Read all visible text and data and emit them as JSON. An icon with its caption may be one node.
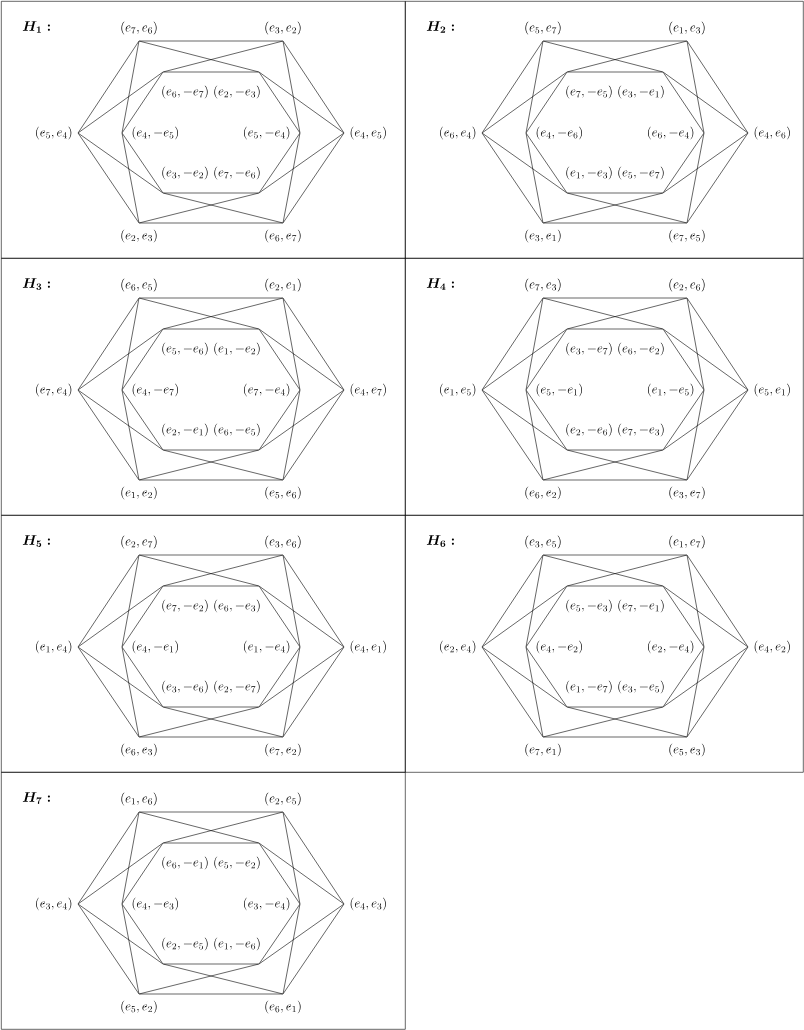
{
  "diagram": {
    "nodes": [
      {
        "text": [
          "H_1:"
        ]
      },
      {
        "text": [
          "(e_7, e_6)"
        ],
        "in": 0
      },
      {
        "text": [
          "(e_3, e_2)"
        ],
        "in": 0
      },
      {
        "text": [
          "(e_6, -e_7)"
        ],
        "in": 0
      },
      {
        "text": [
          "(e_2, -e_3)"
        ],
        "in": 0
      },
      {
        "text": [
          "(e_5, e_4)"
        ],
        "in": 0
      },
      {
        "text": [
          "(e_4, -e_5)"
        ],
        "in": 0
      },
      {
        "text": [
          "(e_5, -e_4)"
        ],
        "in": 0
      },
      {
        "text": [
          "(e_4, e_5)"
        ],
        "in": 0
      },
      {
        "text": [
          "(e_3, -e_2)"
        ],
        "in": 0
      },
      {
        "text": [
          "(e_7, -e_6)"
        ],
        "in": 0
      },
      {
        "text": [
          "(e_2, e_3)"
        ],
        "in": 0
      },
      {
        "text": [
          "(e_6, e_7)"
        ],
        "in": 0
      },
      {
        "text": [
          "H_2:"
        ]
      },
      {
        "text": [
          "(e_5, e_7)"
        ],
        "in": 13
      },
      {
        "text": [
          "(e_1, e_3)"
        ],
        "in": 13
      },
      {
        "text": [
          "(e_7, -e_5)"
        ],
        "in": 13
      },
      {
        "text": [
          "(e_3, -e_1)"
        ],
        "in": 13
      },
      {
        "text": [
          "(e_6, e_4)"
        ],
        "in": 13
      },
      {
        "text": [
          "(e_4, -e_6)"
        ],
        "in": 13
      },
      {
        "text": [
          "(e_6, -e_4)"
        ],
        "in": 13
      },
      {
        "text": [
          "(e_4, e_6)"
        ],
        "in": 13
      },
      {
        "text": [
          "(e_1, -e_3)"
        ],
        "in": 13
      },
      {
        "text": [
          "(e_5, -e_7)"
        ],
        "in": 13
      },
      {
        "text": [
          "(e_3, e_1)"
        ],
        "in": 13
      },
      {
        "text": [
          "(e_7, e_5)"
        ],
        "in": 13
      },
      {
        "text": [
          "H_3:"
        ]
      },
      {
        "text": [
          "(e_6, e_5)"
        ],
        "in": 26
      },
      {
        "text": [
          "(e_2, e_1)"
        ],
        "in": 26
      },
      {
        "text": [
          "(e_5, -e_6)"
        ],
        "in": 26
      },
      {
        "text": [
          "(e_1, -e_2)"
        ],
        "in": 26
      },
      {
        "text": [
          "(e_7, e_4)"
        ],
        "in": 26
      },
      {
        "text": [
          "(e_4, -e_7)"
        ],
        "in": 26
      },
      {
        "text": [
          "(e_7, -e_4)"
        ],
        "in": 26
      },
      {
        "text": [
          "(e_4, e_7)"
        ],
        "in": 26
      },
      {
        "text": [
          "(e_2, -e_1)"
        ],
        "in": 26
      },
      {
        "text": [
          "(e_6, -e_5)"
        ],
        "in": 26
      },
      {
        "text": [
          "(e_1, e_2)"
        ],
        "in": 26
      },
      {
        "text": [
          "(e_5, e_6)"
        ],
        "in": 26
      },
      {
        "text": [
          "H_4:"
        ]
      },
      {
        "text": [
          "(e_7, e_3)"
        ],
        "in": 39
      },
      {
        "text": [
          "(e_2, e_6)"
        ],
        "in": 39
      },
      {
        "text": [
          "(e_3, -e_7)"
        ],
        "in": 39
      },
      {
        "text": [
          "(e_6, -e_2)"
        ],
        "in": 39
      },
      {
        "text": [
          "(e_1, e_5)"
        ],
        "in": 39
      },
      {
        "text": [
          "(e_5, -e_1)"
        ],
        "in": 39
      },
      {
        "text": [
          "(e_1, -e_5)"
        ],
        "in": 39
      },
      {
        "text": [
          "(e_5, e_1)"
        ],
        "in": 39
      },
      {
        "text": [
          "(e_2, -e_6)"
        ],
        "in": 39
      },
      {
        "text": [
          "(e_7, -e_3)"
        ],
        "in": 39
      },
      {
        "text": [
          "(e_6, e_2)"
        ],
        "in": 39
      },
      {
        "text": [
          "(e_3, e_7)"
        ],
        "in": 39
      },
      {
        "text": [
          "H_5:"
        ]
      },
      {
        "text": [
          "(e_2, e_7)"
        ],
        "in": 52
      },
      {
        "text": [
          "(e_3, e_6)"
        ],
        "in": 52
      },
      {
        "text": [
          "(e_7, -e_2)"
        ],
        "in": 52
      },
      {
        "text": [
          "(e_6, -e_3)"
        ],
        "in": 52
      },
      {
        "text": [
          "(e_1, e_4)"
        ],
        "in": 52
      },
      {
        "text": [
          "(e_4, -e_1)"
        ],
        "in": 52
      },
      {
        "text": [
          "(e_1, -e_4)"
        ],
        "in": 52
      },
      {
        "text": [
          "(e_4, e_1)"
        ],
        "in": 52
      },
      {
        "text": [
          "(e_3, -e_6)"
        ],
        "in": 52
      },
      {
        "text": [
          "(e_2, -e_7)"
        ],
        "in": 52
      },
      {
        "text": [
          "(e_6, e_3)"
        ],
        "in": 52
      },
      {
        "text": [
          "(e_7, e_2)"
        ],
        "in": 52
      },
      {
        "text": [
          "H_6:"
        ]
      },
      {
        "text": [
          "(e_3, e_5)"
        ],
        "in": 65
      },
      {
        "text": [
          "(e_1, e_7)"
        ],
        "in": 65
      },
      {
        "text": [
          "(e_5, -e_3)"
        ],
        "in": 65
      },
      {
        "text": [
          "(e_7, -e_1)"
        ],
        "in": 65
      },
      {
        "text": [
          "(e_2, e_4)"
        ],
        "in": 65
      },
      {
        "text": [
          "(e_4, -e_2)"
        ],
        "in": 65
      },
      {
        "text": [
          "(e_2, -e_4)"
        ],
        "in": 65
      },
      {
        "text": [
          "(e_4, e_2)"
        ],
        "in": 65
      },
      {
        "text": [
          "(e_1, -e_7)"
        ],
        "in": 65
      },
      {
        "text": [
          "(e_3, -e_5)"
        ],
        "in": 65
      },
      {
        "text": [
          "(e_7, e_1)"
        ],
        "in": 65
      },
      {
        "text": [
          "(e_5, e_3)"
        ],
        "in": 65
      },
      {
        "text": [
          "H_7:"
        ]
      },
      {
        "text": [
          "(e_1, e_6)"
        ],
        "in": 78
      },
      {
        "text": [
          "(e_2, e_5)"
        ],
        "in": 78
      },
      {
        "text": [
          "(e_6, -e_1)"
        ],
        "in": 78
      },
      {
        "text": [
          "(e_5, -e_2)"
        ],
        "in": 78
      },
      {
        "text": [
          "(e_3, e_4)"
        ],
        "in": 78
      },
      {
        "text": [
          "(e_4, -e_3)"
        ],
        "in": 78
      },
      {
        "text": [
          "(e_3, -e_4)"
        ],
        "in": 78
      },
      {
        "text": [
          "(e_4, e_3)"
        ],
        "in": 78
      },
      {
        "text": [
          "(e_2, -e_5)"
        ],
        "in": 78
      },
      {
        "text": [
          "(e_1, -e_6)"
        ],
        "in": 78
      },
      {
        "text": [
          "(e_5, e_2)"
        ],
        "in": 78
      },
      {
        "text": [
          "(e_6, e_1)"
        ],
        "in": 78
      }
    ],
    "edges": [
      {
        "from": 1,
        "to": 2,
        "arrow": "none"
      },
      {
        "from": 1,
        "to": 5,
        "arrow": "none"
      },
      {
        "from": 1,
        "to": 4,
        "arrow": "none"
      },
      {
        "from": 1,
        "to": 6,
        "arrow": "none"
      },
      {
        "from": 2,
        "to": 3,
        "arrow": "none"
      },
      {
        "from": 2,
        "to": 8,
        "arrow": "none"
      },
      {
        "from": 2,
        "to": 7,
        "arrow": "none"
      },
      {
        "from": 3,
        "to": 4,
        "arrow": "none"
      },
      {
        "from": 3,
        "to": 5,
        "arrow": "none"
      },
      {
        "from": 3,
        "to": 6,
        "arrow": "none"
      },
      {
        "from": 4,
        "to": 8,
        "arrow": "none"
      },
      {
        "from": 4,
        "to": 7,
        "arrow": "none"
      },
      {
        "from": 5,
        "to": 11,
        "arrow": "none"
      },
      {
        "from": 5,
        "to": 9,
        "arrow": "none"
      },
      {
        "from": 6,
        "to": 9,
        "arrow": "none"
      },
      {
        "from": 6,
        "to": 11,
        "arrow": "none"
      },
      {
        "from": 7,
        "to": 10,
        "arrow": "none"
      },
      {
        "from": 7,
        "to": 12,
        "arrow": "none"
      },
      {
        "from": 8,
        "to": 12,
        "arrow": "none"
      },
      {
        "from": 8,
        "to": 10,
        "arrow": "none"
      },
      {
        "from": 9,
        "to": 10,
        "arrow": "none"
      },
      {
        "from": 9,
        "to": 12,
        "arrow": "none"
      },
      {
        "from": 10,
        "to": 11,
        "arrow": "none"
      },
      {
        "from": 11,
        "to": 12,
        "arrow": "none"
      },
      {
        "from": 14,
        "to": 15,
        "arrow": "none"
      },
      {
        "from": 14,
        "to": 18,
        "arrow": "none"
      },
      {
        "from": 14,
        "to": 17,
        "arrow": "none"
      },
      {
        "from": 14,
        "to": 19,
        "arrow": "none"
      },
      {
        "from": 15,
        "to": 16,
        "arrow": "none"
      },
      {
        "from": 15,
        "to": 21,
        "arrow": "none"
      },
      {
        "from": 15,
        "to": 20,
        "arrow": "none"
      },
      {
        "from": 16,
        "to": 17,
        "arrow": "none"
      },
      {
        "from": 16,
        "to": 18,
        "arrow": "none"
      },
      {
        "from": 16,
        "to": 19,
        "arrow": "none"
      },
      {
        "from": 17,
        "to": 21,
        "arrow": "none"
      },
      {
        "from": 17,
        "to": 20,
        "arrow": "none"
      },
      {
        "from": 18,
        "to": 24,
        "arrow": "none"
      },
      {
        "from": 18,
        "to": 22,
        "arrow": "none"
      },
      {
        "from": 19,
        "to": 22,
        "arrow": "none"
      },
      {
        "from": 19,
        "to": 24,
        "arrow": "none"
      },
      {
        "from": 20,
        "to": 23,
        "arrow": "none"
      },
      {
        "from": 20,
        "to": 25,
        "arrow": "none"
      },
      {
        "from": 21,
        "to": 25,
        "arrow": "none"
      },
      {
        "from": 21,
        "to": 23,
        "arrow": "none"
      },
      {
        "from": 22,
        "to": 23,
        "arrow": "none"
      },
      {
        "from": 22,
        "to": 25,
        "arrow": "none"
      },
      {
        "from": 23,
        "to": 24,
        "arrow": "none"
      },
      {
        "from": 24,
        "to": 25,
        "arrow": "none"
      },
      {
        "from": 27,
        "to": 28,
        "arrow": "none"
      },
      {
        "from": 27,
        "to": 31,
        "arrow": "none"
      },
      {
        "from": 27,
        "to": 30,
        "arrow": "none"
      },
      {
        "from": 27,
        "to": 32,
        "arrow": "none"
      },
      {
        "from": 28,
        "to": 29,
        "arrow": "none"
      },
      {
        "from": 28,
        "to": 34,
        "arrow": "none"
      },
      {
        "from": 28,
        "to": 33,
        "arrow": "none"
      },
      {
        "from": 29,
        "to": 30,
        "arrow": "none"
      },
      {
        "from": 29,
        "to": 31,
        "arrow": "none"
      },
      {
        "from": 29,
        "to": 32,
        "arrow": "none"
      },
      {
        "from": 30,
        "to": 34,
        "arrow": "none"
      },
      {
        "from": 30,
        "to": 33,
        "arrow": "none"
      },
      {
        "from": 31,
        "to": 37,
        "arrow": "none"
      },
      {
        "from": 31,
        "to": 35,
        "arrow": "none"
      },
      {
        "from": 32,
        "to": 35,
        "arrow": "none"
      },
      {
        "from": 32,
        "to": 37,
        "arrow": "none"
      },
      {
        "from": 33,
        "to": 36,
        "arrow": "none"
      },
      {
        "from": 33,
        "to": 38,
        "arrow": "none"
      },
      {
        "from": 34,
        "to": 38,
        "arrow": "none"
      },
      {
        "from": 34,
        "to": 36,
        "arrow": "none"
      },
      {
        "from": 35,
        "to": 36,
        "arrow": "none"
      },
      {
        "from": 35,
        "to": 38,
        "arrow": "none"
      },
      {
        "from": 36,
        "to": 37,
        "arrow": "none"
      },
      {
        "from": 37,
        "to": 38,
        "arrow": "none"
      },
      {
        "from": 40,
        "to": 41,
        "arrow": "none"
      },
      {
        "from": 40,
        "to": 44,
        "arrow": "none"
      },
      {
        "from": 40,
        "to": 43,
        "arrow": "none"
      },
      {
        "from": 40,
        "to": 45,
        "arrow": "none"
      },
      {
        "from": 41,
        "to": 42,
        "arrow": "none"
      },
      {
        "from": 41,
        "to": 47,
        "arrow": "none"
      },
      {
        "from": 41,
        "to": 46,
        "arrow": "none"
      },
      {
        "from": 42,
        "to": 43,
        "arrow": "none"
      },
      {
        "from": 42,
        "to": 44,
        "arrow": "none"
      },
      {
        "from": 42,
        "to": 45,
        "arrow": "none"
      },
      {
        "from": 43,
        "to": 47,
        "arrow": "none"
      },
      {
        "from": 43,
        "to": 46,
        "arrow": "none"
      },
      {
        "from": 44,
        "to": 50,
        "arrow": "none"
      },
      {
        "from": 44,
        "to": 48,
        "arrow": "none"
      },
      {
        "from": 45,
        "to": 48,
        "arrow": "none"
      },
      {
        "from": 45,
        "to": 50,
        "arrow": "none"
      },
      {
        "from": 46,
        "to": 49,
        "arrow": "none"
      },
      {
        "from": 46,
        "to": 51,
        "arrow": "none"
      },
      {
        "from": 47,
        "to": 51,
        "arrow": "none"
      },
      {
        "from": 47,
        "to": 49,
        "arrow": "none"
      },
      {
        "from": 48,
        "to": 49,
        "arrow": "none"
      },
      {
        "from": 48,
        "to": 51,
        "arrow": "none"
      },
      {
        "from": 49,
        "to": 50,
        "arrow": "none"
      },
      {
        "from": 50,
        "to": 51,
        "arrow": "none"
      },
      {
        "from": 53,
        "to": 54,
        "arrow": "none"
      },
      {
        "from": 53,
        "to": 57,
        "arrow": "none"
      },
      {
        "from": 53,
        "to": 56,
        "arrow": "none"
      },
      {
        "from": 53,
        "to": 58,
        "arrow": "none"
      },
      {
        "from": 54,
        "to": 55,
        "arrow": "none"
      },
      {
        "from": 54,
        "to": 60,
        "arrow": "none"
      },
      {
        "from": 54,
        "to": 59,
        "arrow": "none"
      },
      {
        "from": 55,
        "to": 56,
        "arrow": "none"
      },
      {
        "from": 55,
        "to": 57,
        "arrow": "none"
      },
      {
        "from": 55,
        "to": 58,
        "arrow": "none"
      },
      {
        "from": 56,
        "to": 60,
        "arrow": "none"
      },
      {
        "from": 56,
        "to": 59,
        "arrow": "none"
      },
      {
        "from": 57,
        "to": 63,
        "arrow": "none"
      },
      {
        "from": 57,
        "to": 61,
        "arrow": "none"
      },
      {
        "from": 58,
        "to": 61,
        "arrow": "none"
      },
      {
        "from": 58,
        "to": 63,
        "arrow": "none"
      },
      {
        "from": 59,
        "to": 62,
        "arrow": "none"
      },
      {
        "from": 59,
        "to": 64,
        "arrow": "none"
      },
      {
        "from": 60,
        "to": 64,
        "arrow": "none"
      },
      {
        "from": 60,
        "to": 62,
        "arrow": "none"
      },
      {
        "from": 61,
        "to": 62,
        "arrow": "none"
      },
      {
        "from": 61,
        "to": 64,
        "arrow": "none"
      },
      {
        "from": 62,
        "to": 63,
        "arrow": "none"
      },
      {
        "from": 63,
        "to": 64,
        "arrow": "none"
      },
      {
        "from": 66,
        "to": 67,
        "arrow": "none"
      },
      {
        "from": 66,
        "to": 70,
        "arrow": "none"
      },
      {
        "from": 66,
        "to": 69,
        "arrow": "none"
      },
      {
        "from": 66,
        "to": 71,
        "arrow": "none"
      },
      {
        "from": 67,
        "to": 68,
        "arrow": "none"
      },
      {
        "from": 67,
        "to": 73,
        "arrow": "none"
      },
      {
        "from": 67,
        "to": 72,
        "arrow": "none"
      },
      {
        "from": 68,
        "to": 69,
        "arrow": "none"
      },
      {
        "from": 68,
        "to": 70,
        "arrow": "none"
      },
      {
        "from": 68,
        "to": 71,
        "arrow": "none"
      },
      {
        "from": 69,
        "to": 73,
        "arrow": "none"
      },
      {
        "from": 69,
        "to": 72,
        "arrow": "none"
      },
      {
        "from": 70,
        "to": 76,
        "arrow": "none"
      },
      {
        "from": 70,
        "to": 74,
        "arrow": "none"
      },
      {
        "from": 71,
        "to": 74,
        "arrow": "none"
      },
      {
        "from": 71,
        "to": 76,
        "arrow": "none"
      },
      {
        "from": 72,
        "to": 75,
        "arrow": "none"
      },
      {
        "from": 72,
        "to": 77,
        "arrow": "none"
      },
      {
        "from": 73,
        "to": 77,
        "arrow": "none"
      },
      {
        "from": 73,
        "to": 75,
        "arrow": "none"
      },
      {
        "from": 74,
        "to": 75,
        "arrow": "none"
      },
      {
        "from": 74,
        "to": 77,
        "arrow": "none"
      },
      {
        "from": 75,
        "to": 76,
        "arrow": "none"
      },
      {
        "from": 76,
        "to": 77,
        "arrow": "none"
      },
      {
        "from": 79,
        "to": 80,
        "arrow": "none"
      },
      {
        "from": 79,
        "to": 83,
        "arrow": "none"
      },
      {
        "from": 79,
        "to": 82,
        "arrow": "none"
      },
      {
        "from": 79,
        "to": 84,
        "arrow": "none"
      },
      {
        "from": 80,
        "to": 81,
        "arrow": "none"
      },
      {
        "from": 80,
        "to": 86,
        "arrow": "none"
      },
      {
        "from": 80,
        "to": 85,
        "arrow": "none"
      },
      {
        "from": 81,
        "to": 82,
        "arrow": "none"
      },
      {
        "from": 81,
        "to": 83,
        "arrow": "none"
      },
      {
        "from": 81,
        "to": 84,
        "arrow": "none"
      },
      {
        "from": 82,
        "to": 86,
        "arrow": "none"
      },
      {
        "from": 82,
        "to": 85,
        "arrow": "none"
      },
      {
        "from": 83,
        "to": 89,
        "arrow": "none"
      },
      {
        "from": 83,
        "to": 87,
        "arrow": "none"
      },
      {
        "from": 84,
        "to": 87,
        "arrow": "none"
      },
      {
        "from": 84,
        "to": 89,
        "arrow": "none"
      },
      {
        "from": 85,
        "to": 88,
        "arrow": "none"
      },
      {
        "from": 85,
        "to": 90,
        "arrow": "none"
      },
      {
        "from": 86,
        "to": 90,
        "arrow": "none"
      },
      {
        "from": 86,
        "to": 88,
        "arrow": "none"
      },
      {
        "from": 87,
        "to": 88,
        "arrow": "none"
      },
      {
        "from": 87,
        "to": 90,
        "arrow": "none"
      },
      {
        "from": 88,
        "to": 89,
        "arrow": "none"
      },
      {
        "from": 89,
        "to": 90,
        "arrow": "none"
      }
    ]
  }
}
